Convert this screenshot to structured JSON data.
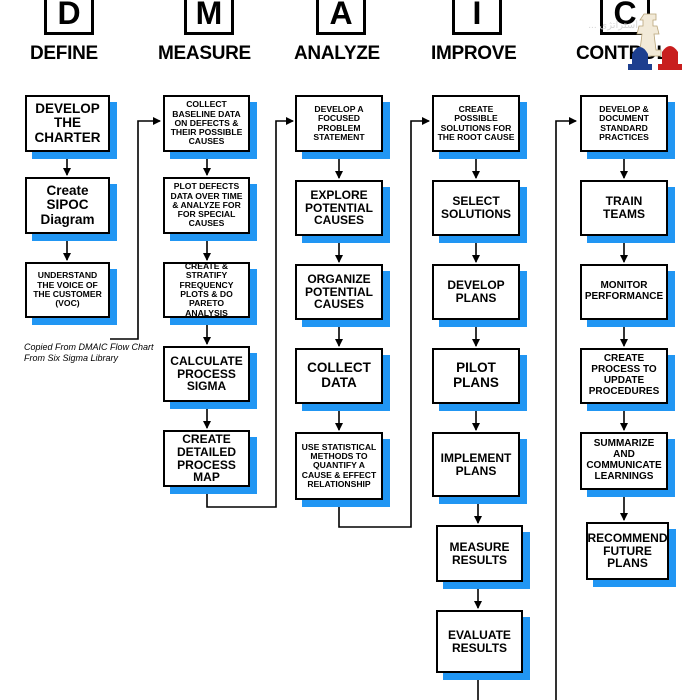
{
  "phases": [
    {
      "letter": "D",
      "name": "DEFINE"
    },
    {
      "letter": "M",
      "name": "MEASURE"
    },
    {
      "letter": "A",
      "name": "ANALYZE"
    },
    {
      "letter": "I",
      "name": "IMPROVE"
    },
    {
      "letter": "C",
      "name": "CONTROL"
    }
  ],
  "define": [
    "DEVELOP THE CHARTER",
    "Create SIPOC Diagram",
    "UNDERSTAND THE VOICE OF THE CUSTOMER (VOC)"
  ],
  "measure": [
    "COLLECT BASELINE DATA ON DEFECTS & THEIR POSSIBLE CAUSES",
    "PLOT DEFECTS DATA OVER TIME & ANALYZE FOR FOR SPECIAL CAUSES",
    "CREATE & STRATIFY FREQUENCY PLOTS & DO PARETO ANALYSIS",
    "CALCULATE PROCESS SIGMA",
    "CREATE DETAILED PROCESS MAP"
  ],
  "analyze": [
    "DEVELOP A FOCUSED PROBLEM STATEMENT",
    "EXPLORE POTENTIAL CAUSES",
    "ORGANIZE POTENTIAL CAUSES",
    "COLLECT DATA",
    "USE STATISTICAL METHODS TO QUANTIFY A CAUSE & EFFECT RELATIONSHIP"
  ],
  "improve": [
    "CREATE POSSIBLE SOLUTIONS FOR THE ROOT CAUSE",
    "SELECT SOLUTIONS",
    "DEVELOP PLANS",
    "PILOT PLANS",
    "IMPLEMENT PLANS",
    "MEASURE RESULTS",
    "EVALUATE RESULTS"
  ],
  "control": [
    "DEVELOP & DOCUMENT STANDARD PRACTICES",
    "TRAIN TEAMS",
    "MONITOR PERFORMANCE",
    "CREATE PROCESS TO UPDATE PROCEDURES",
    "SUMMARIZE AND COMMUNICATE LEARNINGS",
    "RECOMMEND FUTURE PLANS"
  ],
  "note": "Copied From DMAIC Flow Chart From Six Sigma Library",
  "watermark": "استراتژی ...",
  "colors": {
    "shadow": "#2196f3",
    "line": "#000000",
    "watermark": "#d6d6d6"
  }
}
